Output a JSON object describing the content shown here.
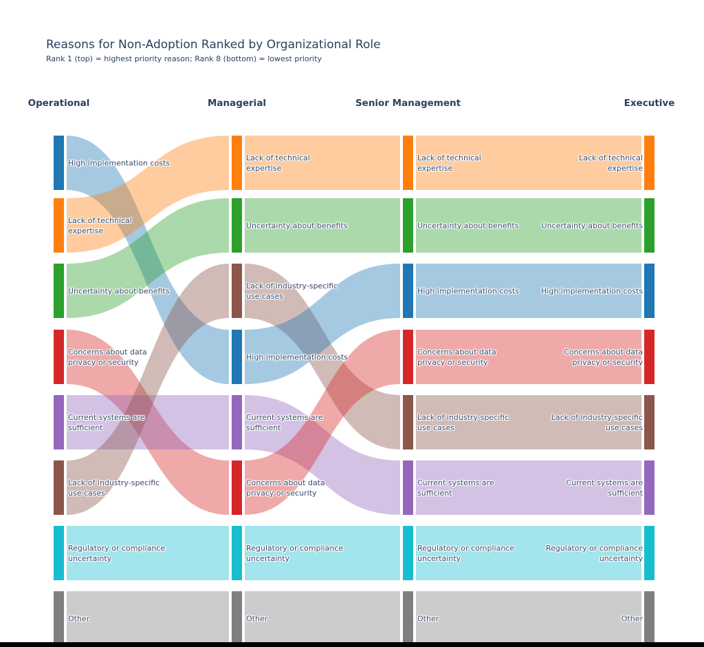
{
  "chart_data": {
    "type": "sankey",
    "title": "Reasons for Non-Adoption Ranked by Organizational Role",
    "subtitle": "Rank 1 (top) = highest priority reason; Rank 8 (bottom) = lowest priority",
    "columns": [
      "Operational",
      "Managerial",
      "Senior Management",
      "Executive"
    ],
    "num_ranks": 8,
    "link_opacity": 0.4,
    "text_color": "#2a3f5f",
    "label_color": "#3a4a6a",
    "reasons": [
      {
        "name": "High implementation costs",
        "color": "#1f77b4",
        "lines": [
          "High implementation costs"
        ]
      },
      {
        "name": "Lack of technical expertise",
        "color": "#ff7f0e",
        "lines": [
          "Lack of technical",
          "expertise"
        ]
      },
      {
        "name": "Uncertainty about benefits",
        "color": "#2ca02c",
        "lines": [
          "Uncertainty about benefits"
        ]
      },
      {
        "name": "Concerns about data privacy or security",
        "color": "#d62728",
        "lines": [
          "Concerns about data",
          "privacy or security"
        ]
      },
      {
        "name": "Current systems are sufficient",
        "color": "#9467bd",
        "lines": [
          "Current systems are",
          "sufficient"
        ]
      },
      {
        "name": "Lack of industry-specific use cases",
        "color": "#8c564b",
        "lines": [
          "Lack of industry-specific",
          "use cases"
        ]
      },
      {
        "name": "Regulatory or compliance uncertainty",
        "color": "#17becf",
        "lines": [
          "Regulatory or compliance",
          "uncertainty"
        ]
      },
      {
        "name": "Other",
        "color": "#7f7f7f",
        "lines": [
          "Other"
        ]
      }
    ],
    "rankings": [
      {
        "column": "Operational",
        "ranks": [
          "High implementation costs",
          "Lack of technical expertise",
          "Uncertainty about benefits",
          "Concerns about data privacy or security",
          "Current systems are sufficient",
          "Lack of industry-specific use cases",
          "Regulatory or compliance uncertainty",
          "Other"
        ]
      },
      {
        "column": "Managerial",
        "ranks": [
          "Lack of technical expertise",
          "Uncertainty about benefits",
          "Lack of industry-specific use cases",
          "High implementation costs",
          "Current systems are sufficient",
          "Concerns about data privacy or security",
          "Regulatory or compliance uncertainty",
          "Other"
        ]
      },
      {
        "column": "Senior Management",
        "ranks": [
          "Lack of technical expertise",
          "Uncertainty about benefits",
          "High implementation costs",
          "Concerns about data privacy or security",
          "Lack of industry-specific use cases",
          "Current systems are sufficient",
          "Regulatory or compliance uncertainty",
          "Other"
        ]
      },
      {
        "column": "Executive",
        "ranks": [
          "Lack of technical expertise",
          "Uncertainty about benefits",
          "High implementation costs",
          "Concerns about data privacy or security",
          "Lack of industry-specific use cases",
          "Current systems are sufficient",
          "Regulatory or compliance uncertainty",
          "Other"
        ]
      }
    ]
  }
}
